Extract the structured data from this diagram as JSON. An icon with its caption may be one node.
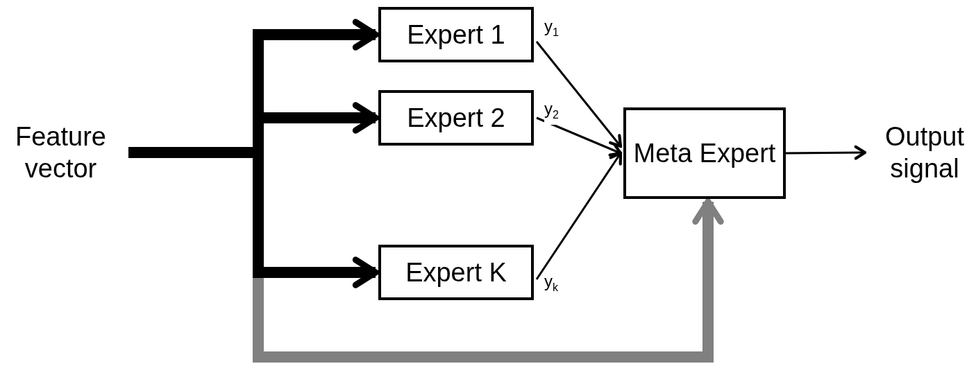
{
  "diagram": {
    "nodes": [
      {
        "text": [
          "Feature vector"
        ]
      },
      {
        "text": [
          "Expert 1"
        ]
      },
      {
        "text": [
          "Expert 2"
        ]
      },
      {
        "text": [
          "Expert K"
        ]
      },
      {
        "text": [
          "Meta Expert"
        ]
      },
      {
        "text": [
          "Output signal"
        ]
      }
    ],
    "edges": [
      {
        "from": 0,
        "to": 1,
        "arrow": "to",
        "style": "thick"
      },
      {
        "from": 0,
        "to": 2,
        "arrow": "to",
        "style": "thick"
      },
      {
        "from": 0,
        "to": 3,
        "arrow": "to",
        "style": "thick"
      },
      {
        "from": 1,
        "to": 4,
        "arrow": "to",
        "label": "y$_{1}$"
      },
      {
        "from": 2,
        "to": 4,
        "arrow": "to",
        "label": "y$_{2}$"
      },
      {
        "from": 3,
        "to": 4,
        "arrow": "to",
        "label": "y$_{k}$"
      },
      {
        "from": 4,
        "to": 5,
        "arrow": "to"
      },
      {
        "from": 0,
        "to": 4,
        "arrow": "to",
        "style": "thick",
        "color": "#808080"
      }
    ]
  }
}
